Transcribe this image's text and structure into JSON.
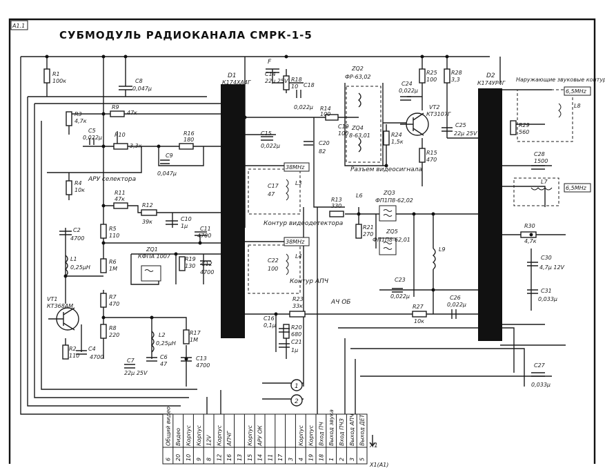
{
  "header": {
    "sheet_tag": "А1.1",
    "title": "СУБМОДУЛЬ  РАДИОКАНАЛА  СМРК-1-5",
    "connector_tag": "Х1",
    "connector_footer": "Х1(А1)"
  },
  "ics": {
    "d1": {
      "ref": "D1",
      "part": "К174ХА4Г"
    },
    "d2": {
      "ref": "D2",
      "part": "К174УР4Г"
    }
  },
  "notes": {
    "f_mark": "F",
    "agc_label": "АРУ селектора",
    "video_det_label": "Контур видеодетектора",
    "afc_label": "Контур АПЧ",
    "sep_label": "Разъем видеосигнала",
    "adjust_label": "Наружающие звуковые контура",
    "freq_38_a": "38MHz",
    "freq_38_b": "38MHz",
    "freq_65_a": "6,5MHz",
    "freq_65_b": "6,5MHz",
    "sig_out_label": "АЧ ОБ"
  },
  "markers": [
    "1",
    "2"
  ],
  "components": [
    {
      "ref": "R1",
      "value": "100к"
    },
    {
      "ref": "R3",
      "value": "4,7к"
    },
    {
      "ref": "R9",
      "value": "47к"
    },
    {
      "ref": "R10",
      "value": "3,3к"
    },
    {
      "ref": "R16",
      "value": "180"
    },
    {
      "ref": "R4",
      "value": "10к"
    },
    {
      "ref": "R11",
      "value": "47к"
    },
    {
      "ref": "R12",
      "value": "39к"
    },
    {
      "ref": "R5",
      "value": "110"
    },
    {
      "ref": "R6",
      "value": "1М"
    },
    {
      "ref": "R7",
      "value": "470"
    },
    {
      "ref": "R8",
      "value": "220"
    },
    {
      "ref": "R2",
      "value": "110"
    },
    {
      "ref": "R17",
      "value": "1М"
    },
    {
      "ref": "R18",
      "value": "10"
    },
    {
      "ref": "R19",
      "value": "130"
    },
    {
      "ref": "R20",
      "value": "680"
    },
    {
      "ref": "R23",
      "value": "33к"
    },
    {
      "ref": "R24",
      "value": "1,5к"
    },
    {
      "ref": "R25",
      "value": "100"
    },
    {
      "ref": "R28",
      "value": "3,3"
    },
    {
      "ref": "R15",
      "value": "470"
    },
    {
      "ref": "R13",
      "value": "330"
    },
    {
      "ref": "R21",
      "value": "270"
    },
    {
      "ref": "R27",
      "value": "10к"
    },
    {
      "ref": "R29",
      "value": "560"
    },
    {
      "ref": "R30",
      "value": "4,7к"
    },
    {
      "ref": "R14",
      "value": "100"
    },
    {
      "ref": "C8",
      "value": "0,047μ"
    },
    {
      "ref": "C5",
      "value": "0,022μ"
    },
    {
      "ref": "C9",
      "value": "0,047μ"
    },
    {
      "ref": "C10",
      "value": "1μ"
    },
    {
      "ref": "C11",
      "value": "4700"
    },
    {
      "ref": "C2",
      "value": "4700"
    },
    {
      "ref": "C4",
      "value": "4700"
    },
    {
      "ref": "C7",
      "value": "22μ 25V"
    },
    {
      "ref": "C6",
      "value": "47"
    },
    {
      "ref": "C13",
      "value": "4700"
    },
    {
      "ref": "C12",
      "value": "4700"
    },
    {
      "ref": "C14",
      "value": "22μ 25V"
    },
    {
      "ref": "C15",
      "value": "0,022μ"
    },
    {
      "ref": "C18",
      "value": "0,022μ"
    },
    {
      "ref": "C17",
      "value": "47"
    },
    {
      "ref": "C22",
      "value": "100"
    },
    {
      "ref": "C16",
      "value": "0,1μ"
    },
    {
      "ref": "C21",
      "value": "1μ"
    },
    {
      "ref": "C19",
      "value": "100"
    },
    {
      "ref": "C20",
      "value": "82"
    },
    {
      "ref": "C24",
      "value": "0,022μ"
    },
    {
      "ref": "C23",
      "value": "0,022μ"
    },
    {
      "ref": "C25",
      "value": "22μ 25V"
    },
    {
      "ref": "C26",
      "value": "0,022μ"
    },
    {
      "ref": "C27",
      "value": "0,033μ"
    },
    {
      "ref": "C28",
      "value": "1500"
    },
    {
      "ref": "C30",
      "value": "4,7μ 12V"
    },
    {
      "ref": "C31",
      "value": "0,033μ"
    },
    {
      "ref": "L1",
      "value": "0,25μH"
    },
    {
      "ref": "L2",
      "value": "0,25μH"
    },
    {
      "ref": "L3",
      "value": ""
    },
    {
      "ref": "L4",
      "value": ""
    },
    {
      "ref": "L6",
      "value": ""
    },
    {
      "ref": "L8",
      "value": ""
    },
    {
      "ref": "L9",
      "value": ""
    },
    {
      "ref": "VT1",
      "value": "КТ368АМ"
    },
    {
      "ref": "VT2",
      "value": "КТ3107Г"
    },
    {
      "ref": "ZQ1",
      "value": "КФПА 1007"
    },
    {
      "ref": "ZQ3",
      "value": "ФП1П8-62,02"
    },
    {
      "ref": "ZQ5",
      "value": "ФП1П8-62,01"
    },
    {
      "ref": "ZQ2",
      "value": "ФР-63,02"
    },
    {
      "ref": "ZQ4",
      "value": "8-63,01"
    },
    {
      "ref": "L7",
      "value": ""
    }
  ],
  "connector": {
    "pins": [
      {
        "name": "Общий видео",
        "num": "6"
      },
      {
        "name": "Видео",
        "num": "20"
      },
      {
        "name": "Корпус",
        "num": "10"
      },
      {
        "name": "Корпус",
        "num": "9"
      },
      {
        "name": "12V",
        "num": "8"
      },
      {
        "name": "Корпус",
        "num": "12"
      },
      {
        "name": "АПЧГ",
        "num": "16"
      },
      {
        "name": "",
        "num": "13"
      },
      {
        "name": "Корпус",
        "num": "15"
      },
      {
        "name": "АРУ ОК",
        "num": "14"
      },
      {
        "name": "",
        "num": "11"
      },
      {
        "name": "",
        "num": "17"
      },
      {
        "name": "",
        "num": "3"
      },
      {
        "name": "Корпус",
        "num": "4"
      },
      {
        "name": "Корпус",
        "num": "19"
      },
      {
        "name": "Вход ПЧ",
        "num": "18"
      },
      {
        "name": "Выход звука",
        "num": "1"
      },
      {
        "name": "Вход ПЧЗ",
        "num": "2"
      },
      {
        "name": "Выход АПЧ",
        "num": "3"
      },
      {
        "name": "Выход ДЕТ",
        "num": "5"
      }
    ]
  }
}
